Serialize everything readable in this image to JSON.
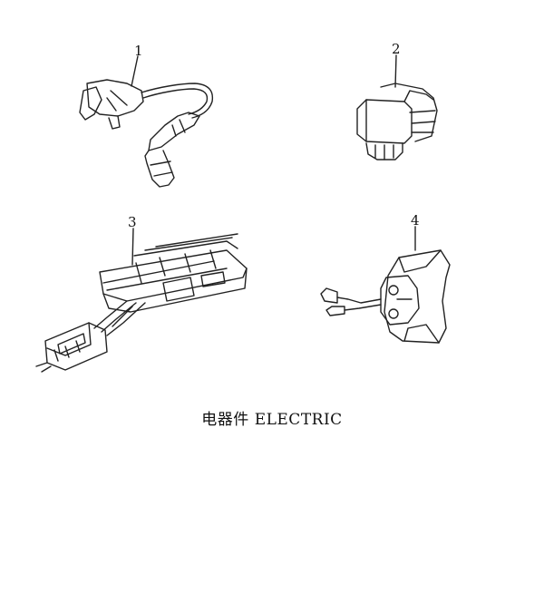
{
  "parts": [
    {
      "number": "1",
      "icon": "ignition-coil-icon"
    },
    {
      "number": "2",
      "icon": "starter-relay-icon"
    },
    {
      "number": "3",
      "icon": "rectifier-regulator-icon"
    },
    {
      "number": "4",
      "icon": "pulse-generator-icon"
    }
  ],
  "caption": "电器件 ELECTRIC"
}
